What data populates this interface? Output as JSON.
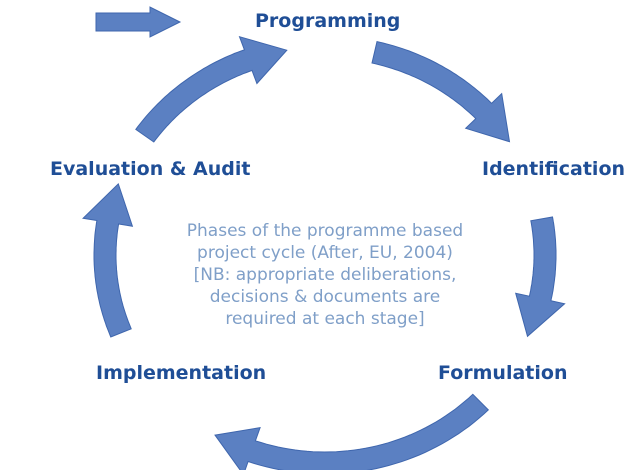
{
  "colors": {
    "arrow_fill": "#5b80c2",
    "arrow_stroke": "#3f66ad",
    "label_text": "#1f4e96",
    "note_text": "#7f9fc8"
  },
  "phases": {
    "programming": "Programming",
    "identification": "Identification",
    "formulation": "Formulation",
    "implementation": "Implementation",
    "evaluation": "Evaluation & Audit"
  },
  "center_note": {
    "lines": [
      "Phases of the programme based",
      "project cycle (After, EU, 2004)",
      "[NB: appropriate deliberations,",
      "decisions & documents are",
      "required at each stage]"
    ]
  },
  "icons": {
    "start": "start-arrow-icon",
    "cycle": "cycle-arrow-icon"
  }
}
